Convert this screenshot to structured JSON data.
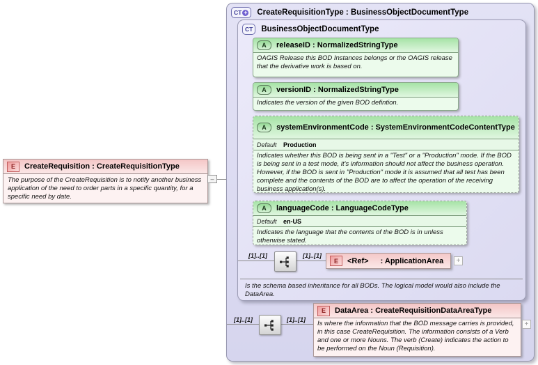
{
  "icons": {
    "element": "E",
    "attribute": "A",
    "complex_type": "CT",
    "plus": "+",
    "minus": "–"
  },
  "left_element": {
    "title": "CreateRequisition : CreateRequisitionType",
    "description": "The purpose of the CreateRequisition is to notify another business application of the need to order parts in a specific quantity, for a specific need by date."
  },
  "outer_container": {
    "title": "CreateRequisitionType : BusinessObjectDocumentType"
  },
  "inner_container": {
    "title": "BusinessObjectDocumentType",
    "footer": "Is the schema based inheritance for all BODs. The logical model would also include the DataArea."
  },
  "attributes": [
    {
      "title": "releaseID : NormalizedStringType",
      "description": "OAGIS Release this BOD Instances belongs or the OAGIS release that the derivative work is based on."
    },
    {
      "title": "versionID : NormalizedStringType",
      "description": "Indicates the version of the given BOD defintion."
    },
    {
      "title": "systemEnvironmentCode : SystemEnvironmentCodeContentType",
      "default_label": "Default",
      "default_value": "Production",
      "description": "Indicates whether this BOD is being sent in a \"Test\" or a \"Production\" mode. If the BOD is being sent in a test mode, it's information should not affect the business operation. However, if the BOD is sent in \"Production\" mode it is assumed that all test has been complete and the contents of the BOD are to affect the operation of the receiving business application(s)."
    },
    {
      "title": "languageCode : LanguageCodeType",
      "default_label": "Default",
      "default_value": "en-US",
      "description": "Indicates the language that the contents of the BOD is in unless otherwise stated."
    }
  ],
  "application_area": {
    "ref_label": "<Ref>",
    "type_label": ": ApplicationArea",
    "multiplicity_left": "[1]..[1]",
    "multiplicity_right": "[1]..[1]"
  },
  "data_area": {
    "title": "DataArea : CreateRequisitionDataAreaType",
    "description": "Is where the information that the BOD message carries is provided, in this case CreateRequisition. The information consists of a Verb and one or more Nouns. The verb (Create) indicates the action to be performed on the Noun (Requisition).",
    "multiplicity_left": "[1]..[1]",
    "multiplicity_right": "[1]..[1]"
  },
  "colors": {
    "attribute_green_header": "#a6e3a6",
    "attribute_green_body": "#ecfbec",
    "element_pink_header": "#f4c6c6",
    "element_pink_body": "#fdf2f2",
    "container_lavender": "#dedcf2",
    "ct_plus_badge": "#6f5fd0"
  }
}
